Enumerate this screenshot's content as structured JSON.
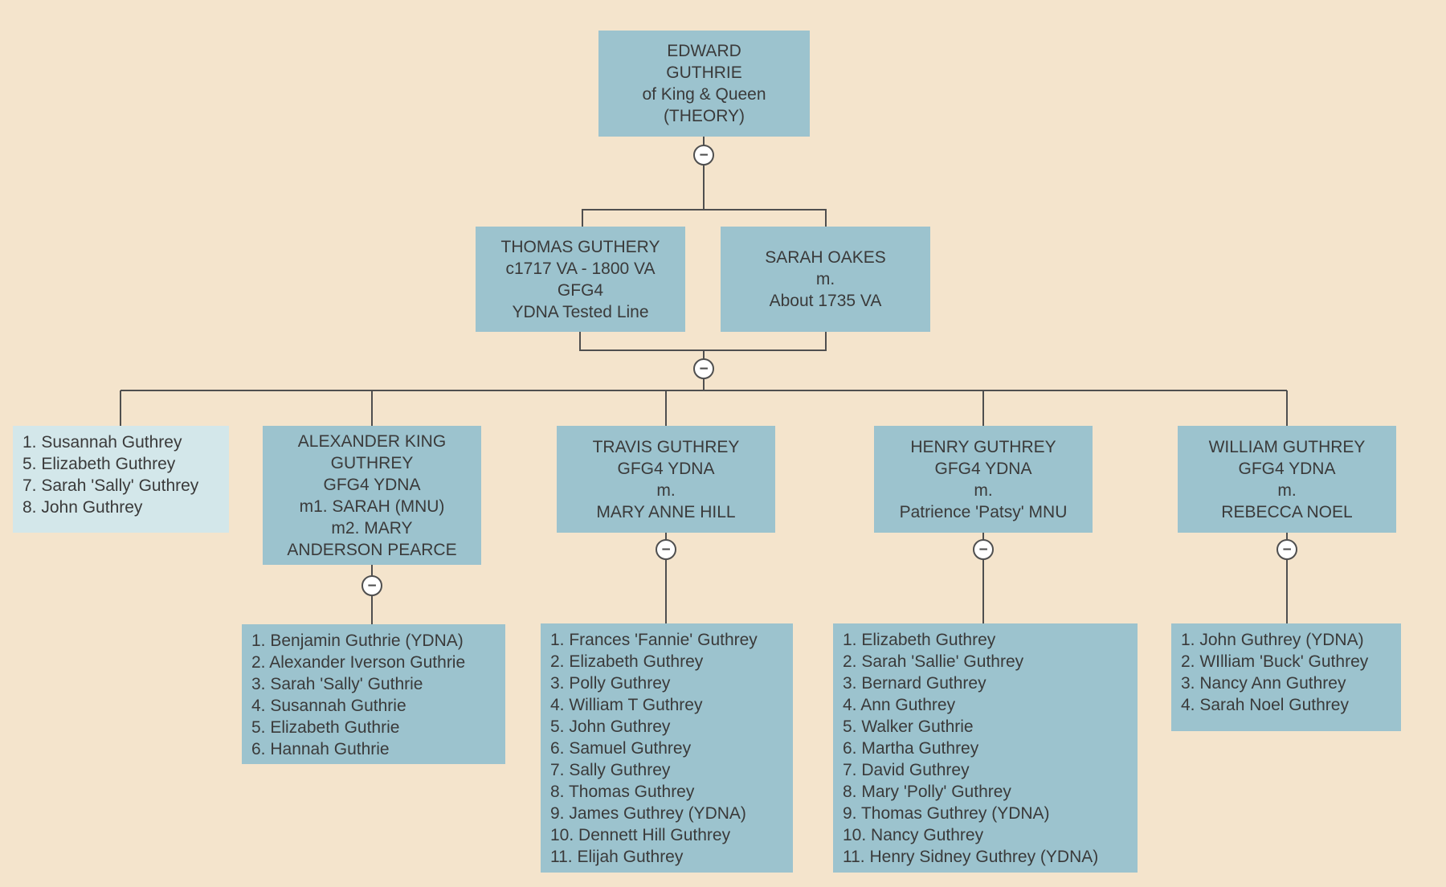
{
  "theme": {
    "canvas_bg": "#f4e4cc",
    "node_fill": "#9cc3ce",
    "node_fill_light": "#d3e7ea",
    "line_color": "#4f4f4f",
    "text_color": "#3a3a3a",
    "button_bg": "#ffffff"
  },
  "icons": {
    "collapse_glyph": "−"
  },
  "nodes": {
    "edward": {
      "lines": [
        "EDWARD",
        "GUTHRIE",
        "of King & Queen",
        "(THEORY)"
      ]
    },
    "thomas": {
      "lines": [
        "THOMAS GUTHERY",
        "c1717 VA - 1800 VA",
        "GFG4",
        "YDNA Tested Line"
      ]
    },
    "sarah": {
      "lines": [
        "SARAH OAKES",
        "m.",
        "About 1735 VA"
      ]
    },
    "other_children": {
      "lines": [
        "1. Susannah Guthrey",
        "5. Elizabeth Guthrey",
        "7. Sarah 'Sally' Guthrey",
        "8. John Guthrey"
      ]
    },
    "alexander": {
      "lines": [
        "ALEXANDER KING",
        "GUTHREY",
        "GFG4 YDNA",
        "m1. SARAH (MNU)",
        "m2. MARY",
        "ANDERSON PEARCE"
      ]
    },
    "travis": {
      "lines": [
        "TRAVIS GUTHREY",
        "GFG4 YDNA",
        "m.",
        "MARY ANNE HILL"
      ]
    },
    "henry": {
      "lines": [
        "HENRY GUTHREY",
        "GFG4 YDNA",
        "m.",
        "Patrience 'Patsy' MNU"
      ]
    },
    "william": {
      "lines": [
        "WILLIAM GUTHREY",
        "GFG4 YDNA",
        "m.",
        "REBECCA NOEL"
      ]
    },
    "alexander_children": {
      "lines": [
        "1. Benjamin Guthrie (YDNA)",
        "2. Alexander Iverson Guthrie",
        "3. Sarah 'Sally' Guthrie",
        "4. Susannah Guthrie",
        "5. Elizabeth Guthrie",
        "6. Hannah Guthrie"
      ]
    },
    "travis_children": {
      "lines": [
        "1. Frances 'Fannie' Guthrey",
        "2. Elizabeth Guthrey",
        "3. Polly Guthrey",
        "4. William T Guthrey",
        "5. John Guthrey",
        "6. Samuel Guthrey",
        "7. Sally Guthrey",
        "8. Thomas Guthrey",
        "9. James Guthrey (YDNA)",
        "10. Dennett Hill Guthrey",
        "11. Elijah Guthrey"
      ]
    },
    "henry_children": {
      "lines": [
        "1. Elizabeth Guthrey",
        "2. Sarah 'Sallie' Guthrey",
        "3. Bernard Guthrey",
        "4. Ann Guthrey",
        "5. Walker Guthrie",
        "6. Martha Guthrey",
        "7. David Guthrey",
        "8. Mary 'Polly' Guthrey",
        "9. Thomas Guthrey (YDNA)",
        "10. Nancy Guthrey",
        "11. Henry Sidney Guthrey (YDNA)"
      ]
    },
    "william_children": {
      "lines": [
        "1. John Guthrey (YDNA)",
        "2. WIlliam 'Buck' Guthrey",
        "3. Nancy Ann Guthrey",
        "4. Sarah Noel Guthrey"
      ]
    }
  }
}
